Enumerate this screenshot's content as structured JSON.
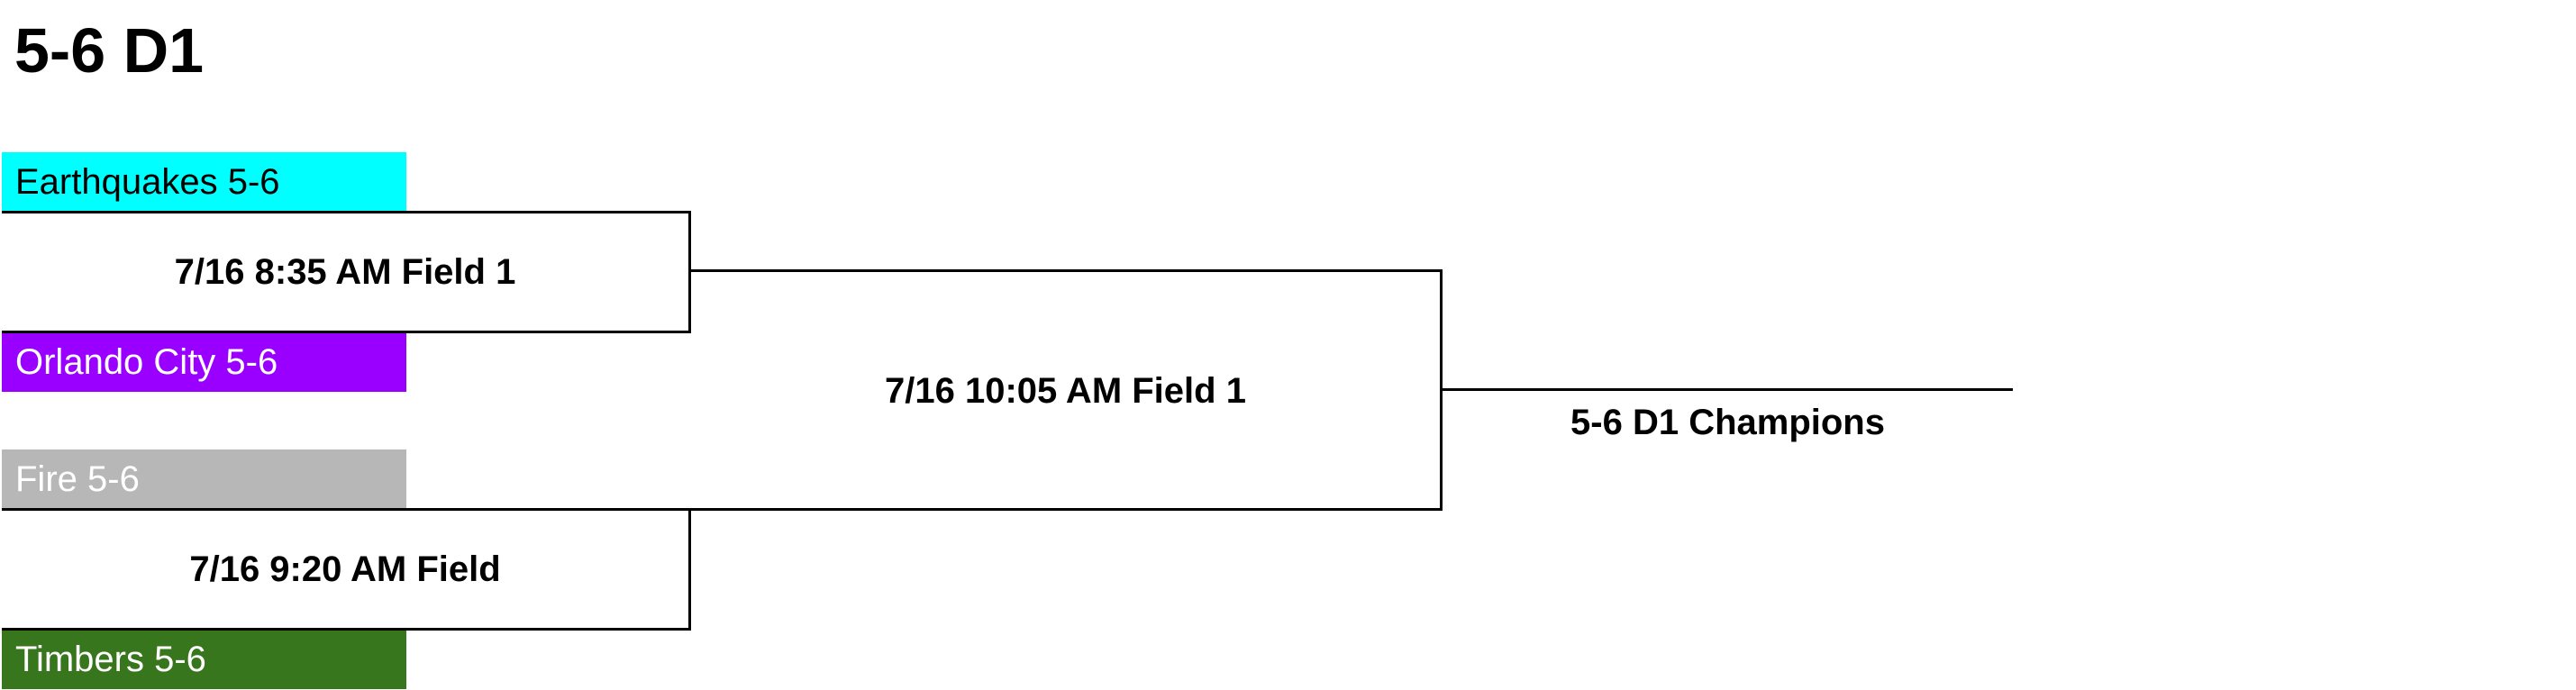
{
  "bracket": {
    "title": "5-6 D1",
    "teams": [
      {
        "name": "Earthquakes 5-6",
        "color": "#00ffff",
        "text_color": "#000000"
      },
      {
        "name": "Orlando City 5-6",
        "color": "#9900ff",
        "text_color": "#ffffff"
      },
      {
        "name": "Fire 5-6",
        "color": "#b7b7b7",
        "text_color": "#ffffff"
      },
      {
        "name": "Timbers 5-6",
        "color": "#38761d",
        "text_color": "#ffffff"
      }
    ],
    "matches": {
      "round1_top": "7/16 8:35 AM Field 1",
      "round1_bottom": "7/16 9:20 AM Field",
      "final": "7/16 10:05 AM Field 1"
    },
    "champion_label": "5-6 D1 Champions"
  }
}
